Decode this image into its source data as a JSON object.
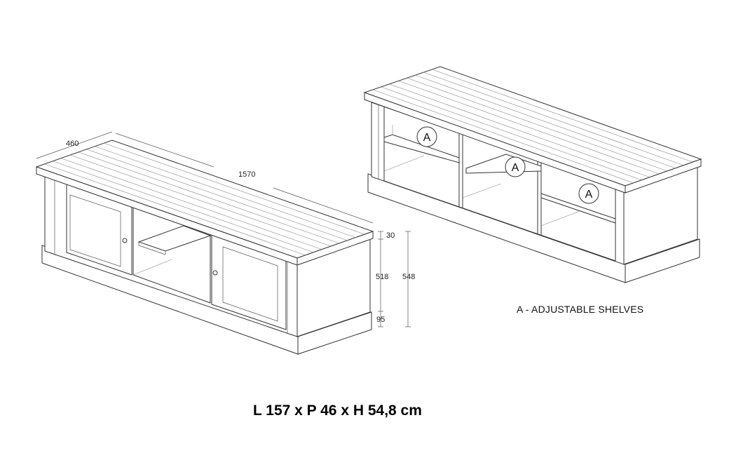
{
  "dimensions": {
    "depth": "460",
    "length": "1570",
    "top_thickness": "30",
    "body_height": "518",
    "total_height": "548",
    "plinth_height": "95"
  },
  "shelf_marker": "A",
  "legend": "A - ADJUSTABLE SHELVES",
  "overall_size": "L 157 x P 46 x H 54,8 cm"
}
